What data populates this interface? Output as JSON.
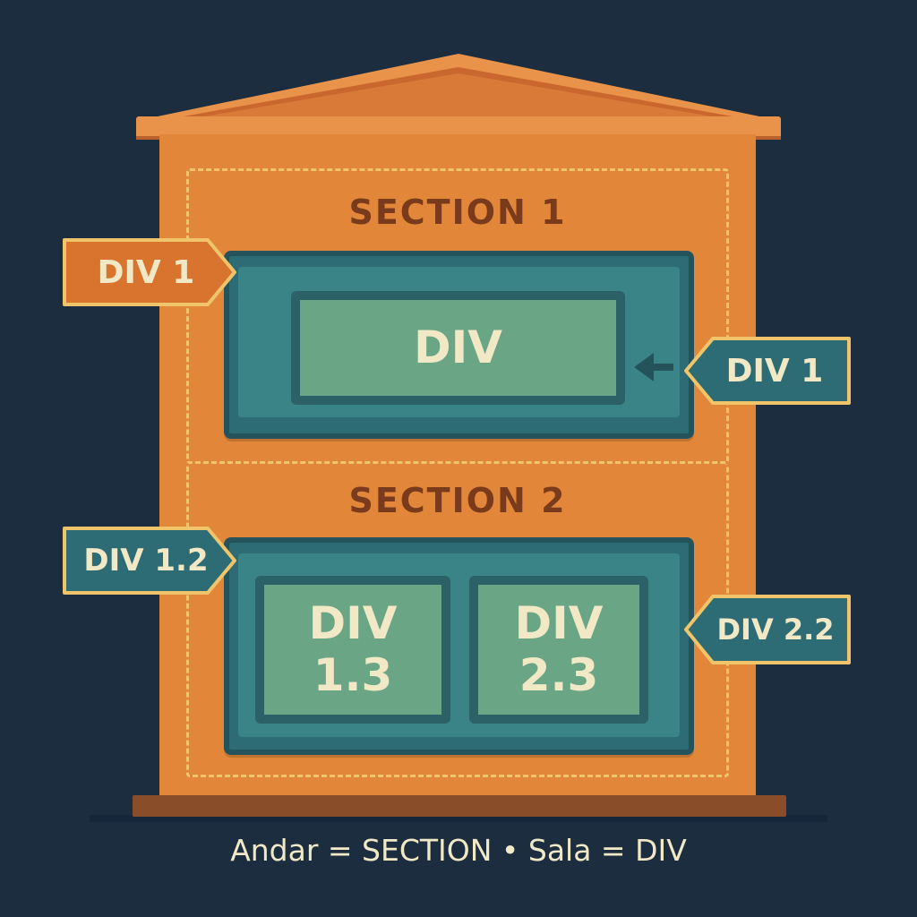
{
  "diagram": {
    "sections": [
      {
        "title": "SECTION 1"
      },
      {
        "title": "SECTION 2"
      }
    ],
    "divs": {
      "top": "DIV",
      "bottom_left_line1": "DIV",
      "bottom_left_line2": "1.3",
      "bottom_right_line1": "DIV",
      "bottom_right_line2": "2.3"
    },
    "tags": {
      "left_top": "DIV 1",
      "right_top": "DIV 1",
      "left_bottom": "DIV 1.2",
      "right_bottom": "DIV 2.2"
    },
    "caption": "Andar = SECTION • Sala = DIV",
    "colors": {
      "background": "#1b2d3e",
      "building": "#e2873a",
      "roof": "#e8924a",
      "room": "#2d6c75",
      "div_fill": "#6aa585",
      "text_light": "#f1e8c6",
      "section_text": "#7a3a1c",
      "tag_orange": "#d8742e",
      "tag_border": "#f0c46a"
    }
  }
}
